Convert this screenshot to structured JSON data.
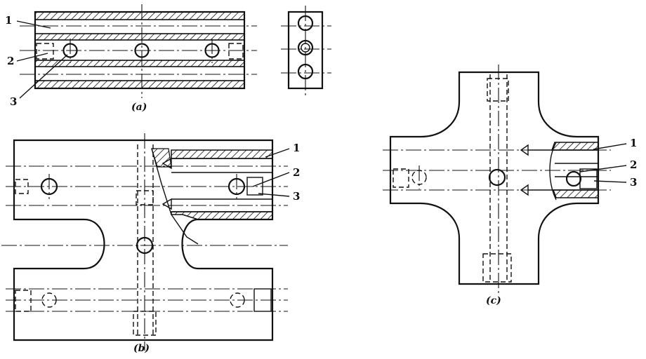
{
  "figure_a": {
    "caption": "(a)",
    "callouts": [
      "1",
      "2",
      "3"
    ]
  },
  "figure_b": {
    "caption": "(b)",
    "callouts": [
      "1",
      "2",
      "3"
    ]
  },
  "figure_c": {
    "caption": "(c)",
    "callouts": [
      "1",
      "2",
      "3"
    ]
  },
  "colors": {
    "ink": "#111111",
    "paper": "#ffffff"
  }
}
